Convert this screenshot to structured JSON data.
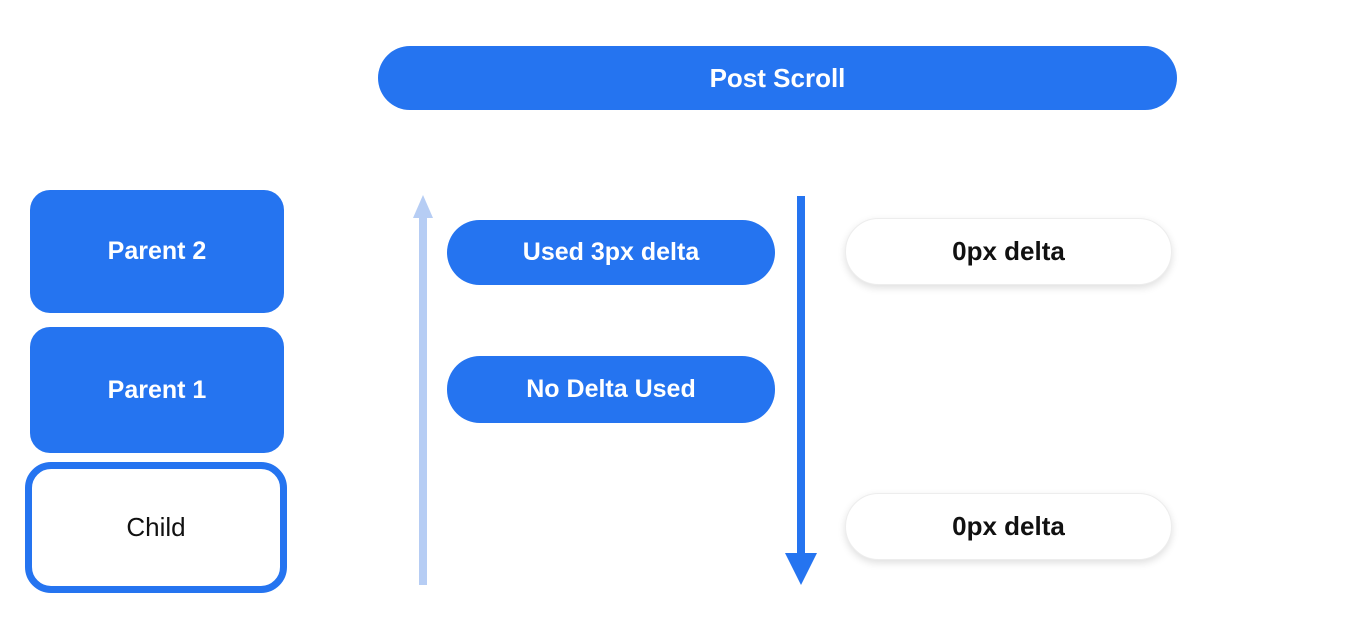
{
  "header": {
    "label": "Post Scroll"
  },
  "widget_tree": {
    "items": [
      {
        "label": "Parent 2",
        "type": "parent"
      },
      {
        "label": "Parent 1",
        "type": "parent"
      },
      {
        "label": "Child",
        "type": "child"
      }
    ]
  },
  "upward_flow": {
    "direction": "up",
    "arrow_color": "#b6cdf4",
    "labels": [
      {
        "text": "Used 3px delta"
      },
      {
        "text": "No Delta Used"
      }
    ]
  },
  "downward_flow": {
    "direction": "down",
    "arrow_color": "#2574f0",
    "labels": [
      {
        "text": "0px delta"
      },
      {
        "text": "0px delta"
      }
    ]
  },
  "colors": {
    "primary_blue": "#2574f0",
    "light_blue": "#b6cdf4",
    "pill_white": "#ffffff",
    "text_white": "#ffffff",
    "text_black": "#111111"
  }
}
